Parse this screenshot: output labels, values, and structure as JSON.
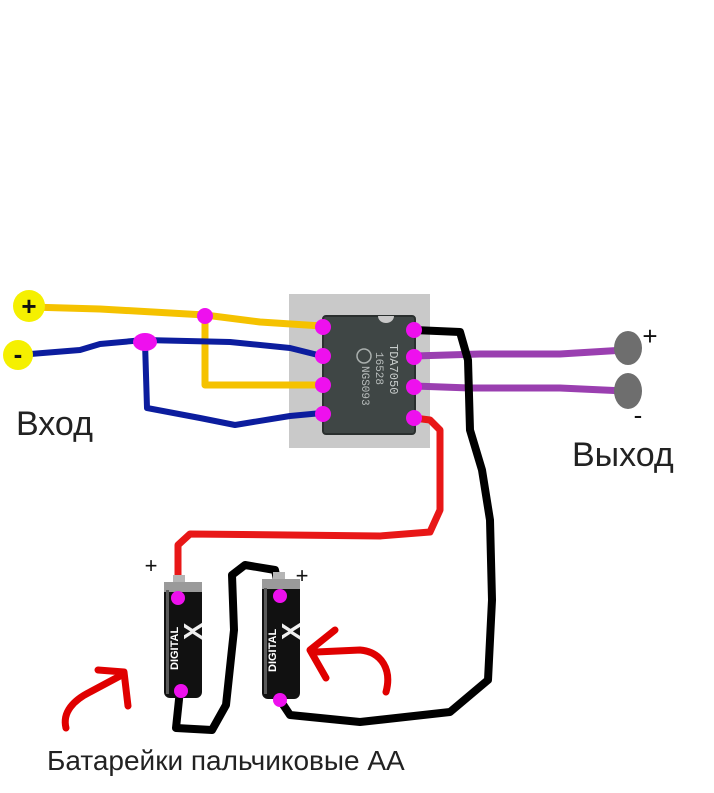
{
  "labels": {
    "input": "Вход",
    "output": "Выход",
    "batteries": "Батарейки пальчиковые АА",
    "input_plus": "+",
    "input_minus": "-",
    "output_plus": "+",
    "output_minus": "-",
    "battery1_plus": "+",
    "battery2_plus": "+"
  },
  "chip": {
    "marking_line1": "TDA7050",
    "marking_line2": "16528",
    "marking_line3": "NGS093"
  },
  "battery": {
    "brand": "DIGITAL"
  },
  "colors": {
    "wire_plus_input": "#f5c200",
    "wire_minus_input": "#0c1d9e",
    "wire_output": "#9a3fb0",
    "wire_power_plus": "#e81717",
    "wire_ground": "#000000",
    "solder_point": "#ee10ee",
    "input_terminal": "#f5f000",
    "output_terminal": "#6e6e6e",
    "arrow": "#e00000",
    "chip_body": "#3f4645",
    "chip_backdrop": "#c9c9c9"
  }
}
